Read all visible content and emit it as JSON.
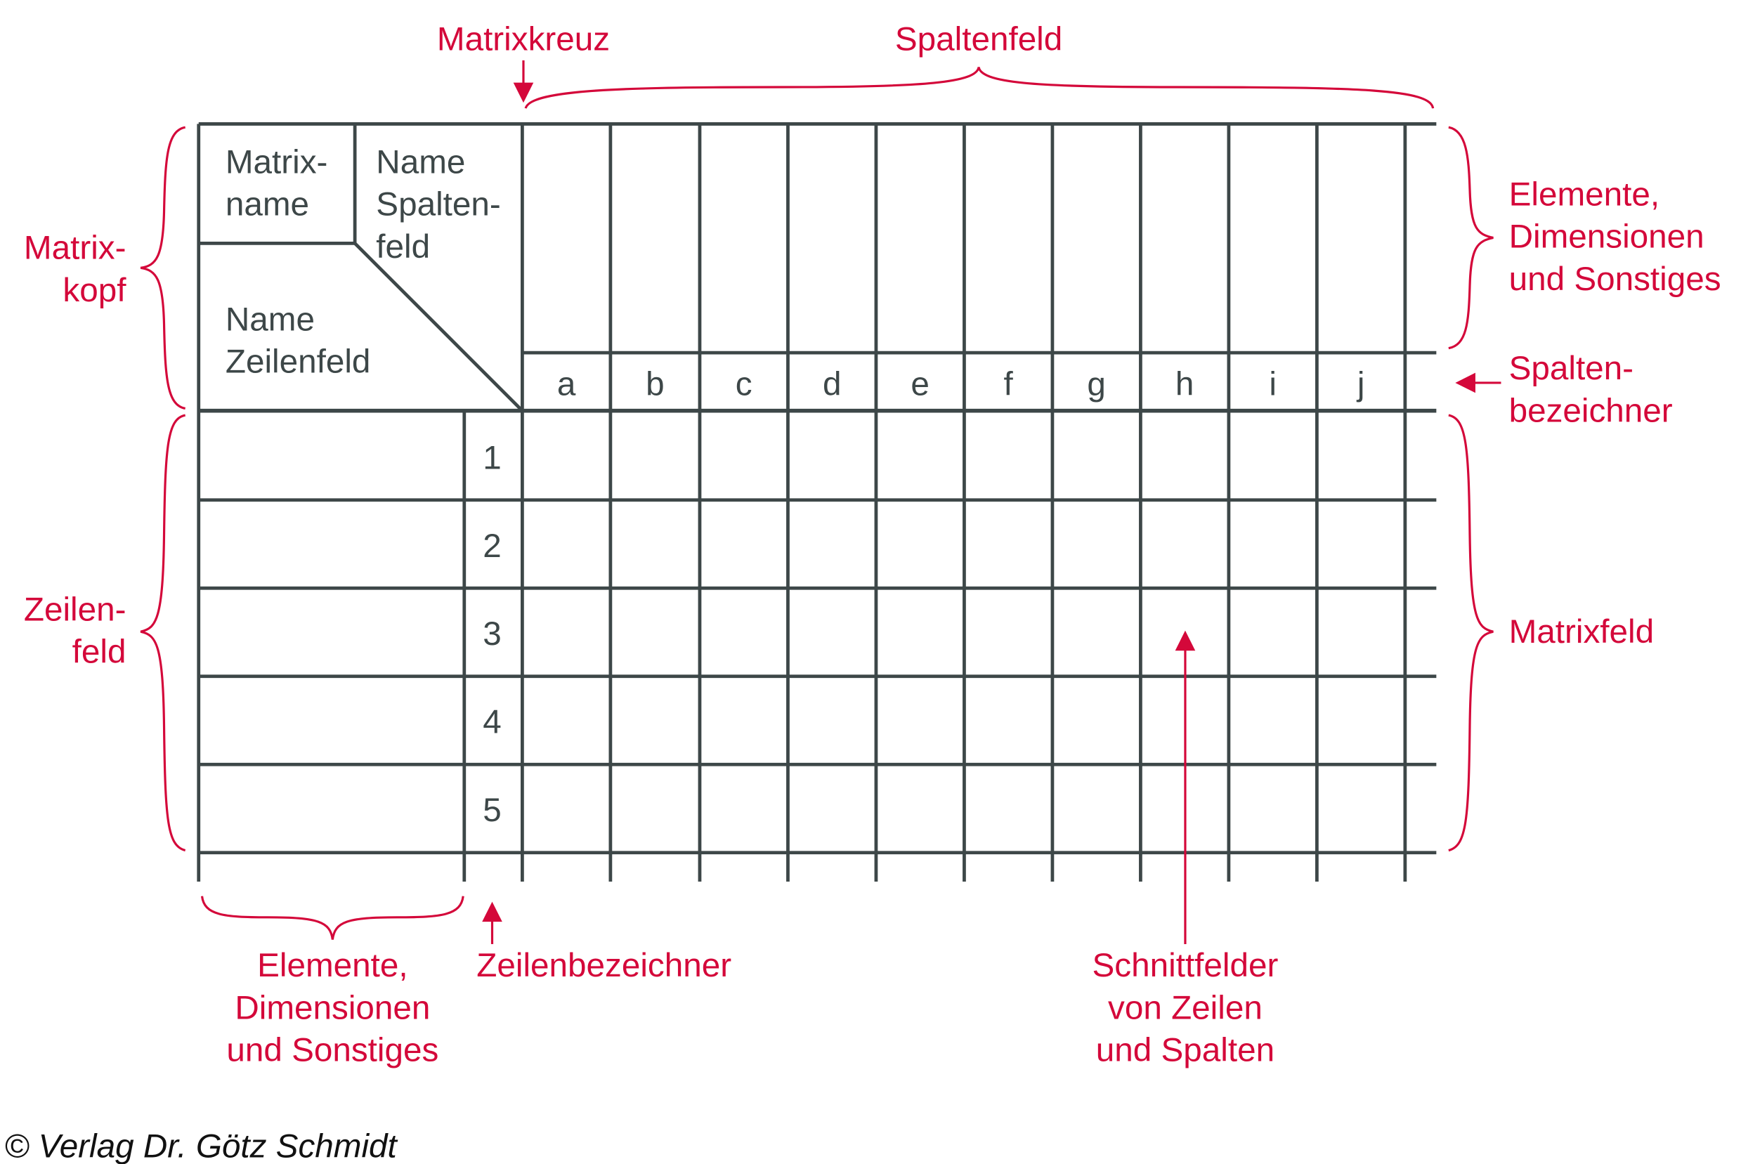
{
  "header": {
    "matrix_name": [
      "Matrix-",
      "name"
    ],
    "column_field_name": [
      "Name",
      "Spalten-",
      "feld"
    ],
    "row_field_name": [
      "Name",
      "Zeilenfeld"
    ]
  },
  "column_labels": [
    "a",
    "b",
    "c",
    "d",
    "e",
    "f",
    "g",
    "h",
    "i",
    "j"
  ],
  "row_labels": [
    "1",
    "2",
    "3",
    "4",
    "5"
  ],
  "annotations": {
    "matrixkreuz": "Matrixkreuz",
    "spaltenfeld": "Spaltenfeld",
    "matrixkopf": [
      "Matrix-",
      "kopf"
    ],
    "zeilenfeld": [
      "Zeilen-",
      "feld"
    ],
    "col_elements": [
      "Elemente,",
      "Dimensionen",
      "und Sonstiges"
    ],
    "spaltenbezeichner": [
      "Spalten-",
      "bezeichner"
    ],
    "matrixfeld": "Matrixfeld",
    "row_elements": [
      "Elemente,",
      "Dimensionen",
      "und Sonstiges"
    ],
    "zeilenbezeichner": "Zeilenbezeichner",
    "schnittfelder": [
      "Schnittfelder",
      "von Zeilen",
      "und Spalten"
    ]
  },
  "copyright": "© Verlag Dr. Götz Schmidt",
  "colors": {
    "accent": "#d4083a",
    "lines": "#3d4748"
  }
}
